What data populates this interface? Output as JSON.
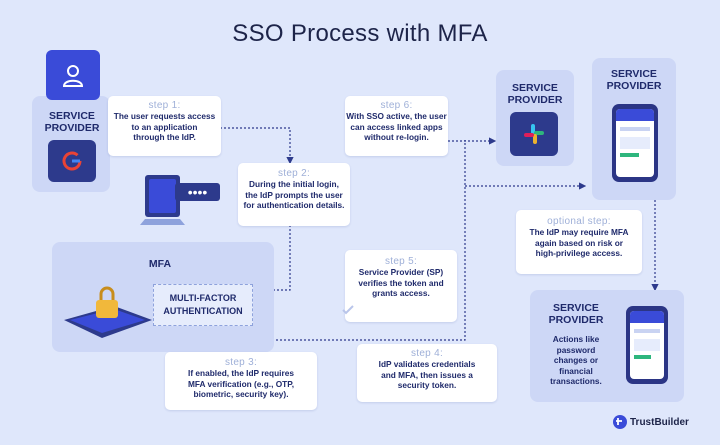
{
  "title": "SSO Process with MFA",
  "service_provider_label": "SERVICE\nPROVIDER",
  "mfa_label": "MFA",
  "mfa_box_text": "MULTI-FACTOR\nAUTHENTICATION",
  "steps": [
    {
      "label": "step 1:",
      "text": "The user requests access\nto an application\nthrough the IdP."
    },
    {
      "label": "step 2:",
      "text": "During the initial login,\nthe IdP prompts the user\nfor authentication details."
    },
    {
      "label": "step 3:",
      "text": "If enabled, the IdP requires\nMFA verification (e.g., OTP,\nbiometric, security key)."
    },
    {
      "label": "step 4:",
      "text": "IdP validates credentials\nand MFA, then issues a\nsecurity token."
    },
    {
      "label": "step 5:",
      "text": "Service Provider (SP)\nverifies the token and\ngrants access."
    },
    {
      "label": "step 6:",
      "text": "With SSO active, the user\ncan access linked apps\nwithout re-login."
    },
    {
      "label": "optional step:",
      "text": "The IdP may require MFA\nagain based on risk or\nhigh-privilege access."
    }
  ],
  "sp_actions_text": "Actions like\npassword\nchanges or\nfinancial\ntransactions.",
  "password_mask": "••••",
  "brand": "TrustBuilder",
  "colors": {
    "background": "#dfe7fb",
    "panel": "#cdd7f6",
    "navy": "#1f2a6b",
    "accent": "#3a4bd8",
    "step_label": "#9fb0d8"
  }
}
